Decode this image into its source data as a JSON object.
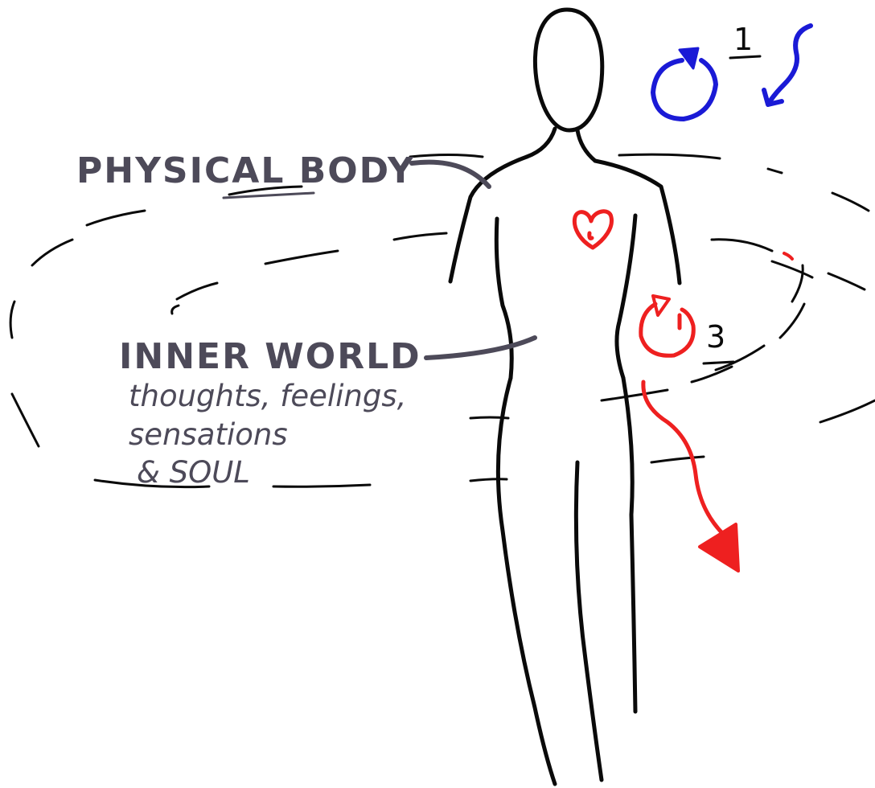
{
  "labels": {
    "physical_body": "PHYSICAL BODY",
    "inner_world": "INNER WORLD",
    "inner_world_line1": "thoughts, feelings,",
    "inner_world_line2": "sensations",
    "inner_world_line3": "& SOUL"
  },
  "markers": {
    "one": "1",
    "three": "3"
  },
  "colors": {
    "outline": "#0a0a0a",
    "label_ink": "#4d4a59",
    "blue_ink": "#1a1ad6",
    "red_ink": "#ee2020",
    "background": "#ffffff"
  }
}
